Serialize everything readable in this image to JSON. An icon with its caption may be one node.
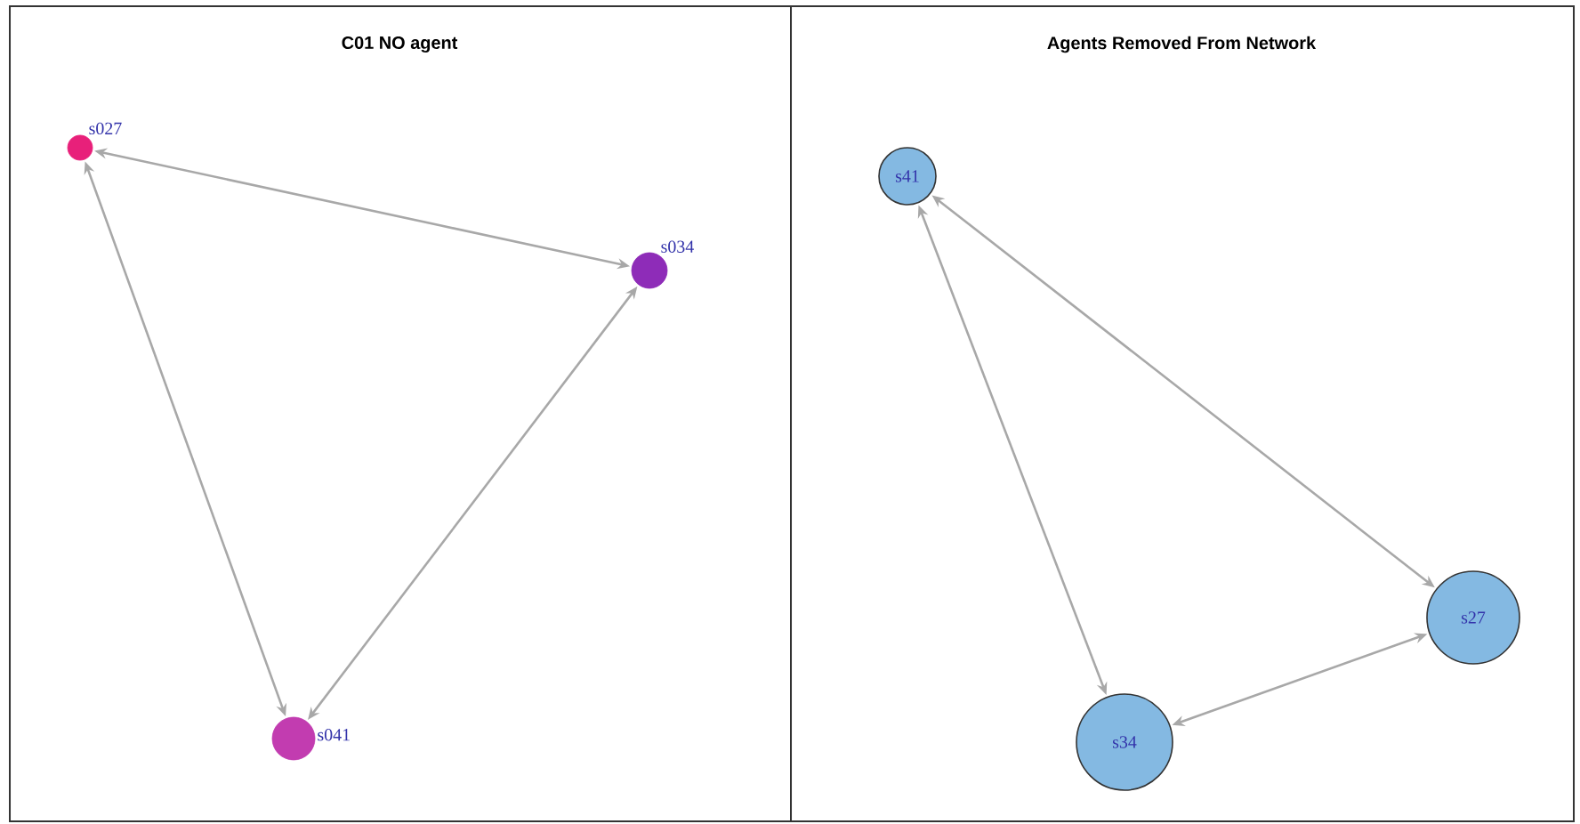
{
  "diagram": {
    "nodes": [
      {
        "text": [
          "C01 NO agent"
        ]
      },
      {
        "text": [
          "s027"
        ],
        "in": 0
      },
      {
        "text": [
          "s034"
        ],
        "in": 0
      },
      {
        "text": [
          "s041"
        ],
        "in": 0
      },
      {
        "text": [
          "Agents Removed From Network"
        ]
      },
      {
        "text": [
          "s41"
        ],
        "in": 4
      },
      {
        "text": [
          "s27"
        ],
        "in": 4
      },
      {
        "text": [
          "s34"
        ],
        "in": 4
      }
    ],
    "edges": [
      {
        "from": 1,
        "to": 2,
        "arrow": "both"
      },
      {
        "from": 1,
        "to": 3,
        "arrow": "both"
      },
      {
        "from": 2,
        "to": 3,
        "arrow": "both"
      },
      {
        "from": 5,
        "to": 6,
        "arrow": "both"
      },
      {
        "from": 5,
        "to": 7,
        "arrow": "both"
      },
      {
        "from": 7,
        "to": 6,
        "arrow": "both"
      }
    ]
  }
}
